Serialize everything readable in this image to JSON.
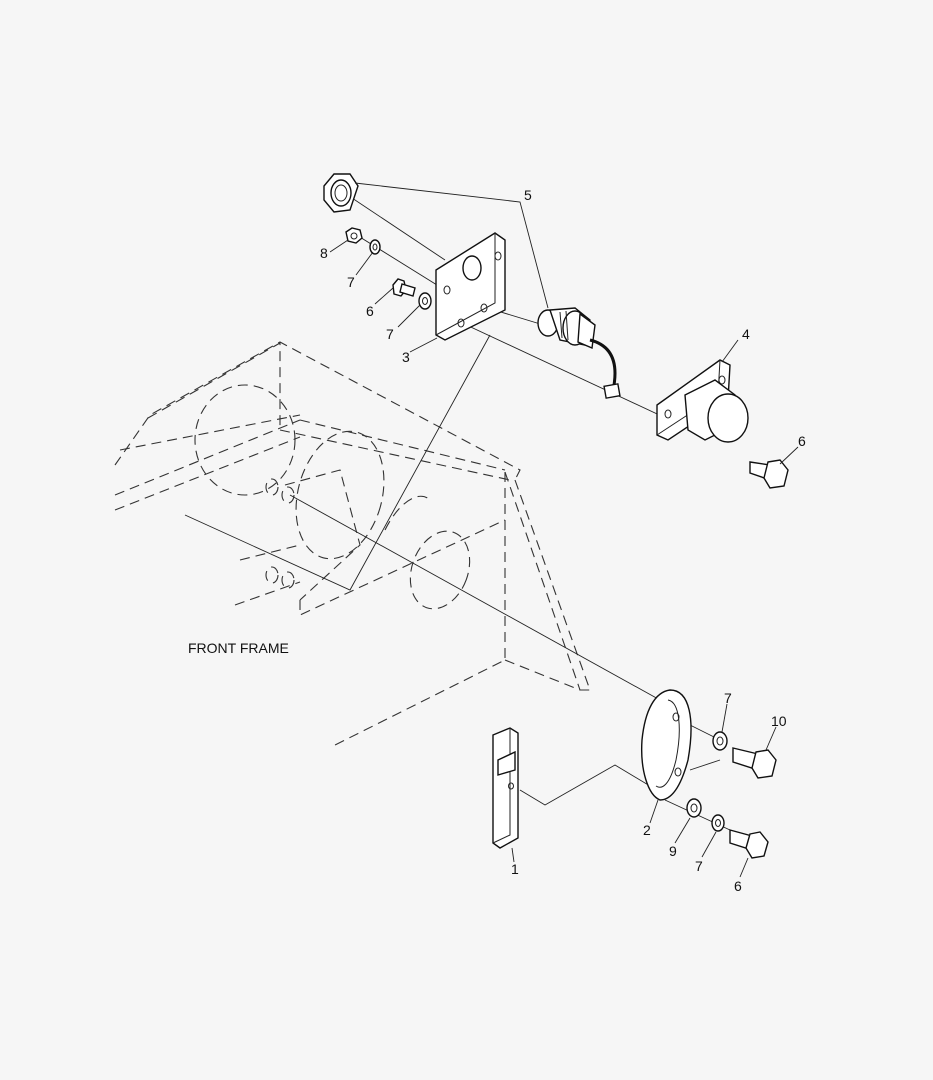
{
  "diagram": {
    "frame_label": "FRONT FRAME",
    "callouts": {
      "c1": "1",
      "c2": "2",
      "c3": "3",
      "c4": "4",
      "c5": "5",
      "c6a": "6",
      "c6b": "6",
      "c6c": "6",
      "c7a": "7",
      "c7b": "7",
      "c7c": "7",
      "c7d": "7",
      "c8": "8",
      "c9": "9",
      "c10": "10"
    }
  }
}
